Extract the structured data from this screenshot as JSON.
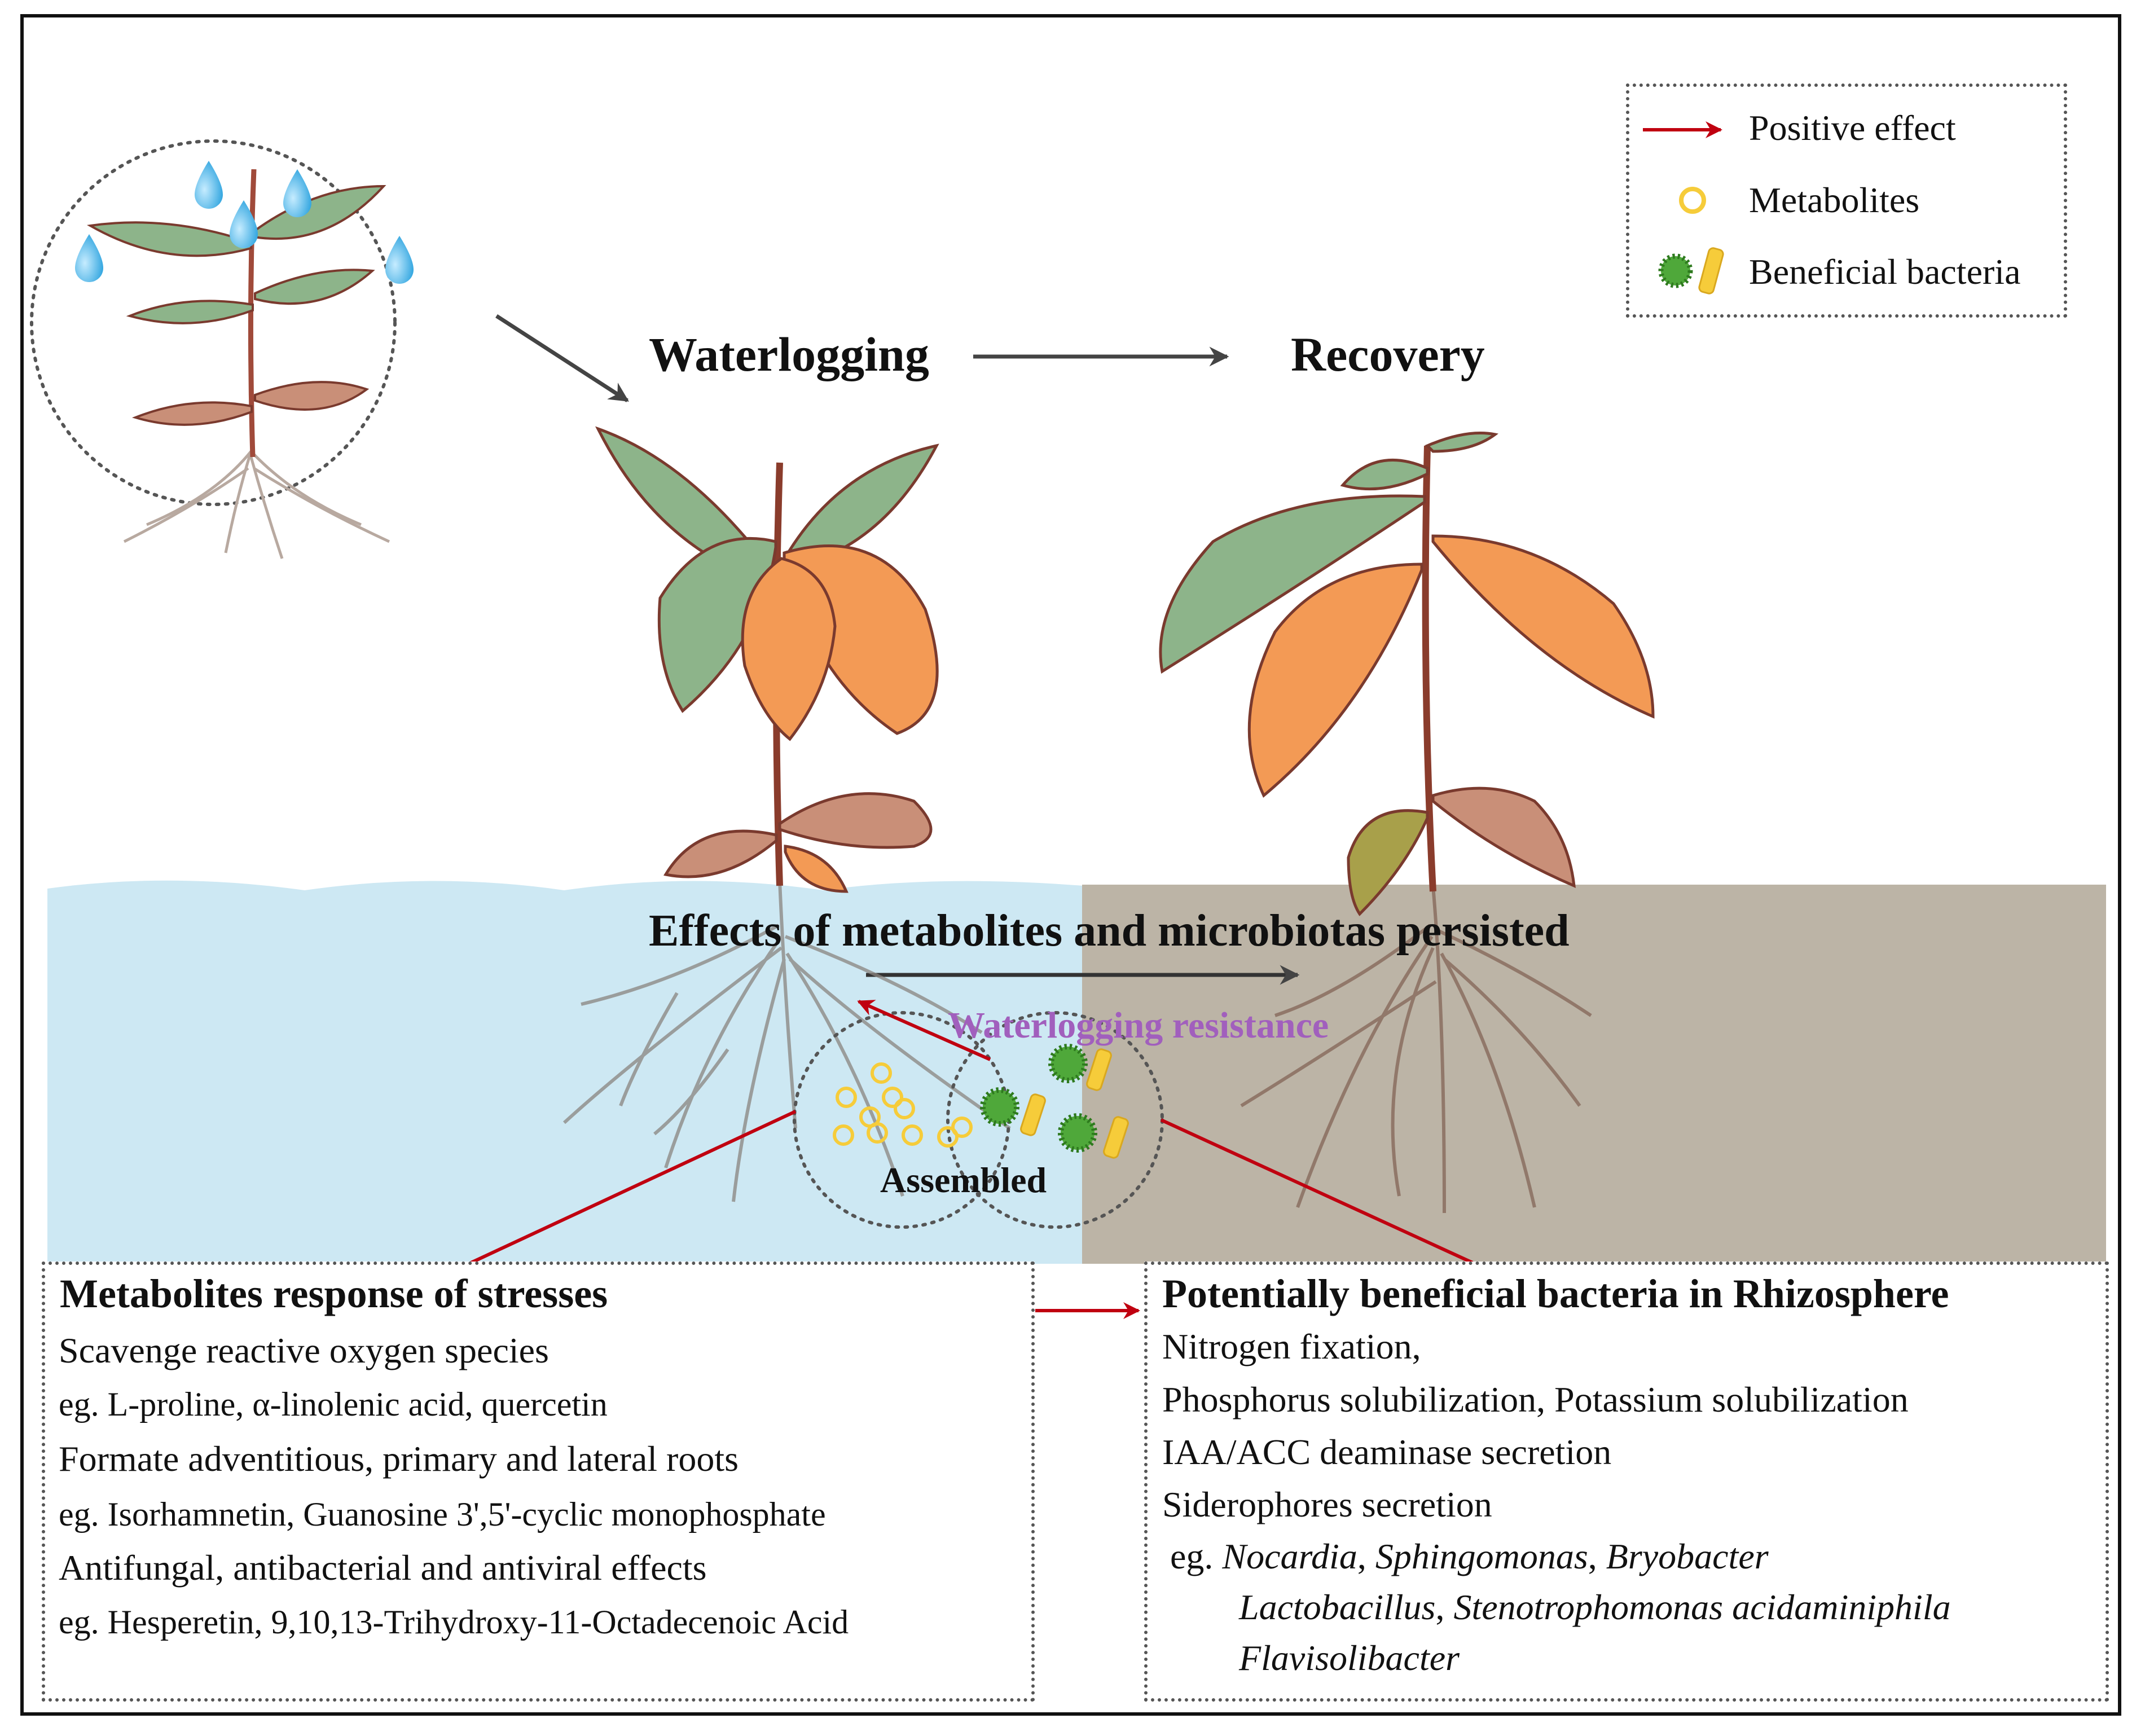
{
  "colors": {
    "arrow_positive": "#c00010",
    "arrow_neutral": "#444444",
    "water": "#cde8f3",
    "soil": "#bcb4a6",
    "metabolite": "#f6cc3a",
    "bacteria_green": "#4fa83a",
    "resistance_text": "#a15fbd",
    "leaf_green": "#8db48a",
    "leaf_orange": "#f39a55",
    "stem": "#8a3c2c"
  },
  "legend": {
    "positive_effect": "Positive effect",
    "metabolites": "Metabolites",
    "beneficial_bacteria": "Beneficial bacteria",
    "icons": [
      "red-arrow-icon",
      "yellow-ring-icon",
      "green-coccus-icon",
      "yellow-rod-icon"
    ]
  },
  "stages": {
    "waterlogging": "Waterlogging",
    "recovery": "Recovery"
  },
  "center": {
    "persisted": "Effects of metabolites and microbiotas persisted",
    "resistance": "Waterlogging resistance",
    "assembled": "Assembled"
  },
  "metabolites_box": {
    "title": "Metabolites response of stresses",
    "items": [
      {
        "heading": "Scavenge reactive oxygen species",
        "example": "eg. L-proline, α-linolenic acid, quercetin"
      },
      {
        "heading": "Formate adventitious, primary and lateral roots",
        "example": "eg. Isorhamnetin, Guanosine 3',5'-cyclic monophosphate"
      },
      {
        "heading": "Antifungal, antibacterial and antiviral effects",
        "example": "eg. Hesperetin, 9,10,13-Trihydroxy-11-Octadecenoic Acid"
      }
    ]
  },
  "bacteria_box": {
    "title": "Potentially beneficial bacteria in Rhizosphere",
    "functions": [
      "Nitrogen fixation,",
      "Phosphorus solubilization, Potassium solubilization",
      "IAA/ACC deaminase secretion",
      "Siderophores secretion"
    ],
    "example_prefix": "eg.",
    "genera_line1": [
      "Nocardia",
      "Sphingomonas",
      "Bryobacter"
    ],
    "genera_line2": [
      "Lactobacillus",
      "Stenotrophomonas acidaminiphila"
    ],
    "genera_line3": [
      "Flavisolibacter"
    ],
    "separator": ", "
  }
}
